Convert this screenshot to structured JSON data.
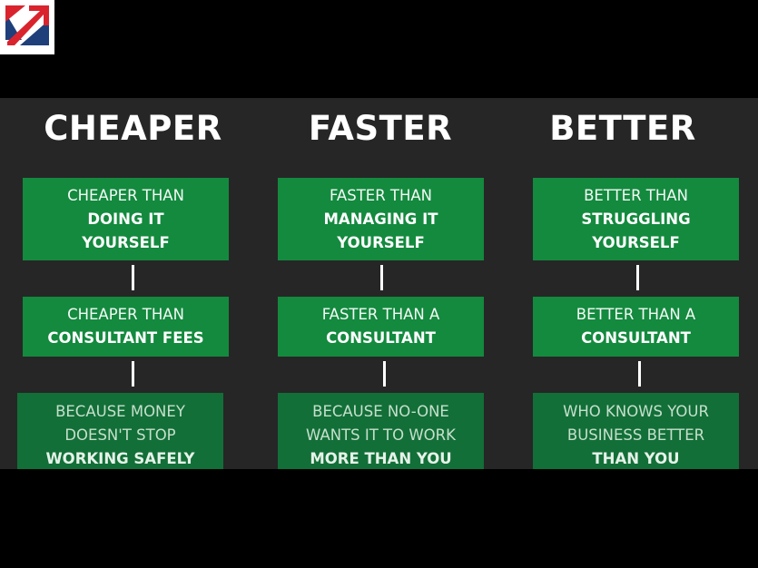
{
  "logo": {
    "icon": "union-flag-arrow-icon",
    "colors": {
      "red": "#d9242e",
      "blue": "#1f3f7a",
      "bg": "#ffffff"
    }
  },
  "colors": {
    "panel": "#262626",
    "box": "#138a3e",
    "box_faded": "#126f37"
  },
  "columns": [
    {
      "heading": "CHEAPER",
      "boxes": [
        {
          "line1": "CHEAPER THAN",
          "line2": "DOING IT",
          "line3": "YOURSELF"
        },
        {
          "line1": "CHEAPER  THAN",
          "line2": "CONSULTANT FEES"
        },
        {
          "line1": "BECAUSE  MONEY",
          "line2": "DOESN'T STOP",
          "line3": "WORKING SAFELY"
        }
      ]
    },
    {
      "heading": "FASTER",
      "boxes": [
        {
          "line1": "FASTER THAN",
          "line2": "MANAGING IT",
          "line3": "YOURSELF"
        },
        {
          "line1": "FASTER THAN A",
          "line2": "CONSULTANT"
        },
        {
          "line1": "BECAUSE  NO-ONE",
          "line2": "WANTS IT TO WORK",
          "line3": "MORE THAN YOU"
        }
      ]
    },
    {
      "heading": "BETTER",
      "boxes": [
        {
          "line1": "BETTER THAN",
          "line2": "STRUGGLING",
          "line3": "YOURSELF"
        },
        {
          "line1": "BETTER THAN A",
          "line2": "CONSULTANT"
        },
        {
          "line1": "WHO KNOWS YOUR",
          "line2": "BUSINESS BETTER",
          "line3": "THAN YOU"
        }
      ]
    }
  ]
}
